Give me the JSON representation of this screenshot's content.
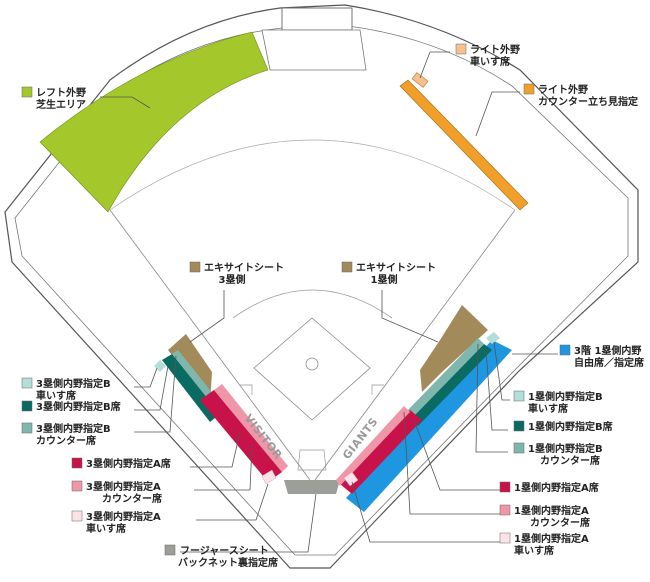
{
  "colors": {
    "outfield_grass": "#a4c82b",
    "right_wheelchair": "#f6c08e",
    "right_counter": "#f0a02a",
    "excite": "#a28a5a",
    "third_upper_blue": "#1e96e0",
    "wheelchair_b": "#b4ded8",
    "teal_b": "#0a6b62",
    "counter_b": "#7fb6ad",
    "a_seat": "#c8124a",
    "a_counter": "#ef96a8",
    "a_wheelchair": "#fde3e8",
    "future": "#9c9e98",
    "line": "#555555"
  },
  "labels": {
    "left_grass": [
      "レフト外野",
      "芝生エリア"
    ],
    "right_wheelchair": [
      "ライト外野",
      "車いす席"
    ],
    "right_counter": [
      "ライト外野",
      "カウンター立ち見指定"
    ],
    "excite_3b": [
      "エキサイトシート",
      "3塁側"
    ],
    "excite_1b": [
      "エキサイトシート",
      "1塁側"
    ],
    "upper_1b": [
      "3階 1塁側内野",
      "自由席／指定席"
    ],
    "third_b_wheel": [
      "3塁側内野指定B",
      "車いす席"
    ],
    "third_b": [
      "3塁側内野指定B席"
    ],
    "third_b_counter": [
      "3塁側内野指定B",
      "カウンター席"
    ],
    "third_a": [
      "3塁側内野指定A席"
    ],
    "third_a_counter": [
      "3塁側内野指定A",
      "カウンター席"
    ],
    "third_a_wheel": [
      "3塁側内野指定A",
      "車いす席"
    ],
    "future_seat": [
      "フージャースシート",
      "バックネット裏指定席"
    ],
    "first_b_wheel": [
      "1塁側内野指定B",
      "車いす席"
    ],
    "first_b": [
      "1塁側内野指定B席"
    ],
    "first_b_counter": [
      "1塁側内野指定B",
      "カウンター席"
    ],
    "first_a": [
      "1塁側内野指定A席"
    ],
    "first_a_counter": [
      "1塁側内野指定A",
      "カウンター席"
    ],
    "first_a_wheel": [
      "1塁側内野指定A",
      "車いす席"
    ]
  },
  "dugouts": {
    "visitor": "VISITOR",
    "home": "GIANTS"
  }
}
